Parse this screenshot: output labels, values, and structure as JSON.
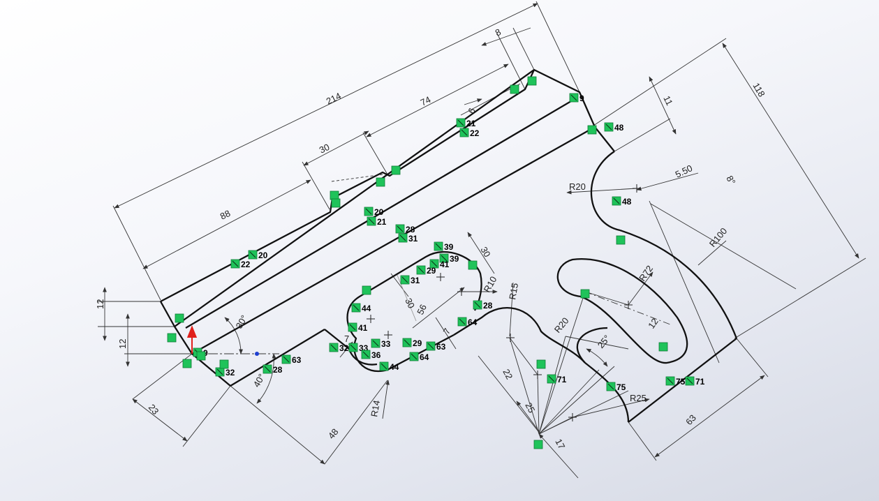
{
  "dimensions": [
    {
      "text": "214"
    },
    {
      "text": "8"
    },
    {
      "text": "74"
    },
    {
      "text": "6"
    },
    {
      "text": "30"
    },
    {
      "text": "88"
    },
    {
      "text": "118"
    },
    {
      "text": "11"
    },
    {
      "text": "5.50"
    },
    {
      "text": "8°"
    },
    {
      "text": "R20"
    },
    {
      "text": "R100"
    },
    {
      "text": "R72"
    },
    {
      "text": "12"
    },
    {
      "text": "12"
    },
    {
      "text": "30°"
    },
    {
      "text": "40°"
    },
    {
      "text": "23"
    },
    {
      "text": "48"
    },
    {
      "text": "R14"
    },
    {
      "text": "30"
    },
    {
      "text": "56"
    },
    {
      "text": "R10"
    },
    {
      "text": "R15"
    },
    {
      "text": "30"
    },
    {
      "text": "7"
    },
    {
      "text": "7"
    },
    {
      "text": "R20"
    },
    {
      "text": "25°"
    },
    {
      "text": "12"
    },
    {
      "text": "22"
    },
    {
      "text": "25"
    },
    {
      "text": "R25"
    },
    {
      "text": "17"
    },
    {
      "text": "63"
    }
  ],
  "relations": [
    {
      "label": "9"
    },
    {
      "label": "48"
    },
    {
      "label": "21"
    },
    {
      "label": "22"
    },
    {
      "label": "48"
    },
    {
      "label": "20"
    },
    {
      "label": "21"
    },
    {
      "label": "28"
    },
    {
      "label": "31"
    },
    {
      "label": "20"
    },
    {
      "label": "22"
    },
    {
      "label": "39"
    },
    {
      "label": "39"
    },
    {
      "label": "41"
    },
    {
      "label": "29"
    },
    {
      "label": "31"
    },
    {
      "label": "44"
    },
    {
      "label": "41"
    },
    {
      "label": "28"
    },
    {
      "label": "64"
    },
    {
      "label": "32"
    },
    {
      "label": "33"
    },
    {
      "label": "33"
    },
    {
      "label": "29"
    },
    {
      "label": "63"
    },
    {
      "label": "36"
    },
    {
      "label": "64"
    },
    {
      "label": "44"
    },
    {
      "label": "9"
    },
    {
      "label": "32"
    },
    {
      "label": "28"
    },
    {
      "label": "63"
    },
    {
      "label": "71"
    },
    {
      "label": "75"
    },
    {
      "label": "75"
    },
    {
      "label": "71"
    }
  ],
  "colors": {
    "sketch": "#111111",
    "dimension": "#333333",
    "relation_fill": "#1fc35a",
    "relation_border": "#0d7a35",
    "origin": "#e0201b"
  }
}
